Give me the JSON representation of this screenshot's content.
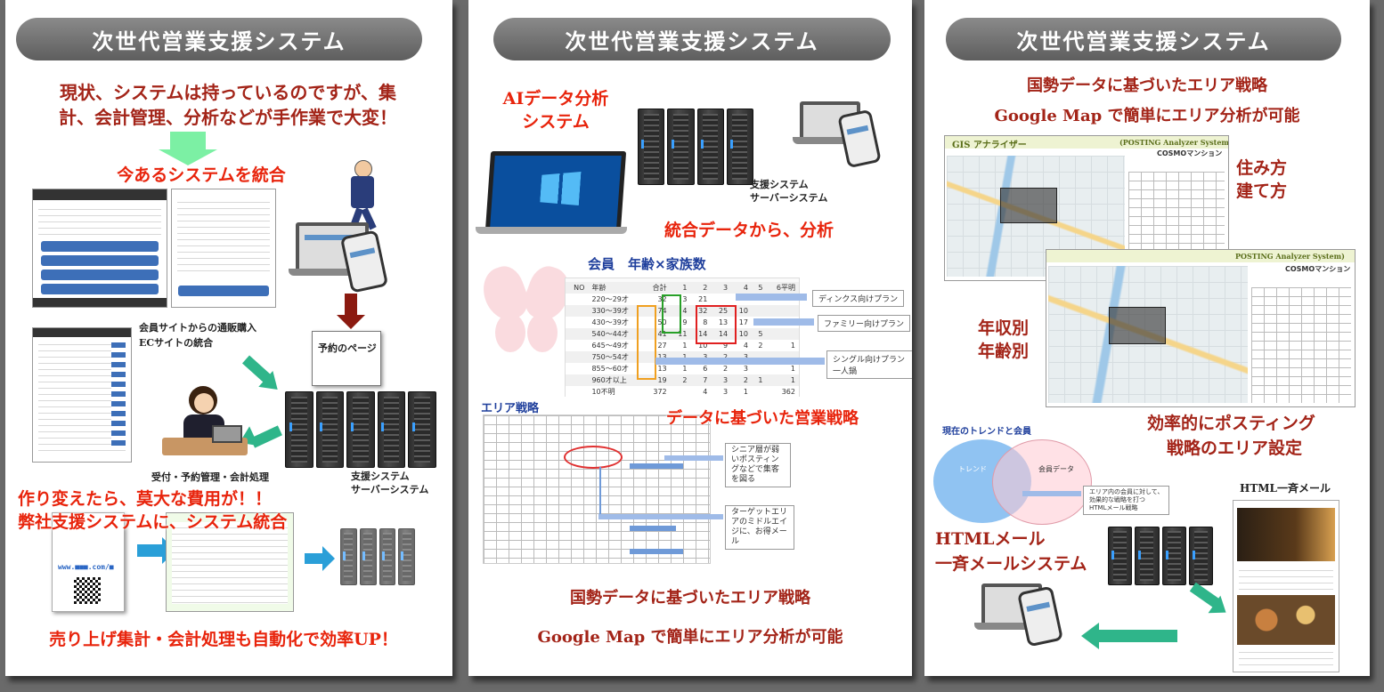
{
  "panels": [
    {
      "header": "次世代営業支援システム",
      "intro": [
        "現状、システムは持っているのですが、集",
        "計、会計管理、分析などが手作業で大変！"
      ],
      "integrate": "今あるシステムを統合",
      "reservation_page": "予約のページ",
      "ec_label": [
        "会員サイトからの通販購入",
        "ECサイトの統合"
      ],
      "office_label": "受付・予約管理・会計処理",
      "server_label": [
        "支援システム",
        "サーバーシステム"
      ],
      "cost_text": [
        "作り変えたら、莫大な費用が！！",
        "弊社支援システムに、システム統合"
      ],
      "card_url": "www.■■■.com/■",
      "footer": "売り上げ集計・会計処理も自動化で効率UP！"
    },
    {
      "header": "次世代営業支援システム",
      "ai_title": [
        "AIデータ分析",
        "システム"
      ],
      "server_label": [
        "支援システム",
        "サーバーシステム"
      ],
      "analysis": "統合データから、分析",
      "member_chart_title": "会員　年齢×家族数",
      "member_table": {
        "headers": [
          "NO",
          "年齢",
          "合計",
          "1",
          "2",
          "3",
          "4",
          "5",
          "6平明"
        ],
        "rows": [
          [
            "",
            "220～29才",
            "32",
            "3",
            "21",
            "",
            "",
            "",
            ""
          ],
          [
            "",
            "330～39才",
            "74",
            "4",
            "32",
            "25",
            "10",
            "",
            ""
          ],
          [
            "",
            "430～39才",
            "50",
            "9",
            "8",
            "13",
            "17",
            "",
            ""
          ],
          [
            "",
            "540～44才",
            "41",
            "11",
            "14",
            "14",
            "10",
            "5",
            ""
          ],
          [
            "",
            "645～49才",
            "27",
            "1",
            "10",
            "9",
            "4",
            "2",
            "1"
          ],
          [
            "",
            "750～54才",
            "13",
            "1",
            "3",
            "2",
            "3",
            "",
            ""
          ],
          [
            "",
            "855～60才",
            "13",
            "1",
            "6",
            "2",
            "3",
            "",
            "1"
          ],
          [
            "",
            "960才以上",
            "19",
            "2",
            "7",
            "3",
            "2",
            "1",
            "1"
          ],
          [
            "",
            "10不明",
            "372",
            "",
            "4",
            "3",
            "1",
            "",
            "362"
          ]
        ]
      },
      "plans": [
        "ディンクス向けプラン",
        "ファミリー向けプラン",
        "シングル向けプラン一人鍋"
      ],
      "area_title": "エリア戦略",
      "data_strategy": "データに基づいた営業戦略",
      "area_notes": [
        "シニア層が弱いポスティングなどで集客を図る",
        "ターゲットエリアのミドルエイジに、お得メール"
      ],
      "footer1": "国勢データに基づいたエリア戦略",
      "footer2": "Google Map で簡単にエリア分析が可能"
    },
    {
      "header": "次世代営業支援システム",
      "top1": "国勢データに基づいたエリア戦略",
      "top2": "Google Map で簡単にエリア分析が可能",
      "gis_title": "GIS アナライザー",
      "gis_sub": "(POSTING Analyzer System)",
      "gis_sub2": "POSTING Analyzer System)",
      "mansion": "COSMOマンション",
      "living": [
        "住み方",
        "建て方"
      ],
      "income": [
        "年収別",
        "年齢別"
      ],
      "posting": [
        "効率的にポスティング",
        "戦略のエリア設定"
      ],
      "venn_title": "現在のトレンドと会員",
      "venn_left": "トレンド",
      "venn_right": "会員データ",
      "venn_note": [
        "エリア内の会員に対して、",
        "効果的な戦略を打つ",
        "HTMLメール戦略"
      ],
      "html_mail_title": "HTML一斉メール",
      "html_system": [
        "HTMLメール",
        "一斉メールシステム"
      ]
    }
  ],
  "colors": {
    "accent_red": "#e8240c",
    "dark_red": "#a32418",
    "arrow_green": "#2fb58a",
    "arrow_blue": "#2a9fd8",
    "header_gray": "#6e6e6e"
  }
}
